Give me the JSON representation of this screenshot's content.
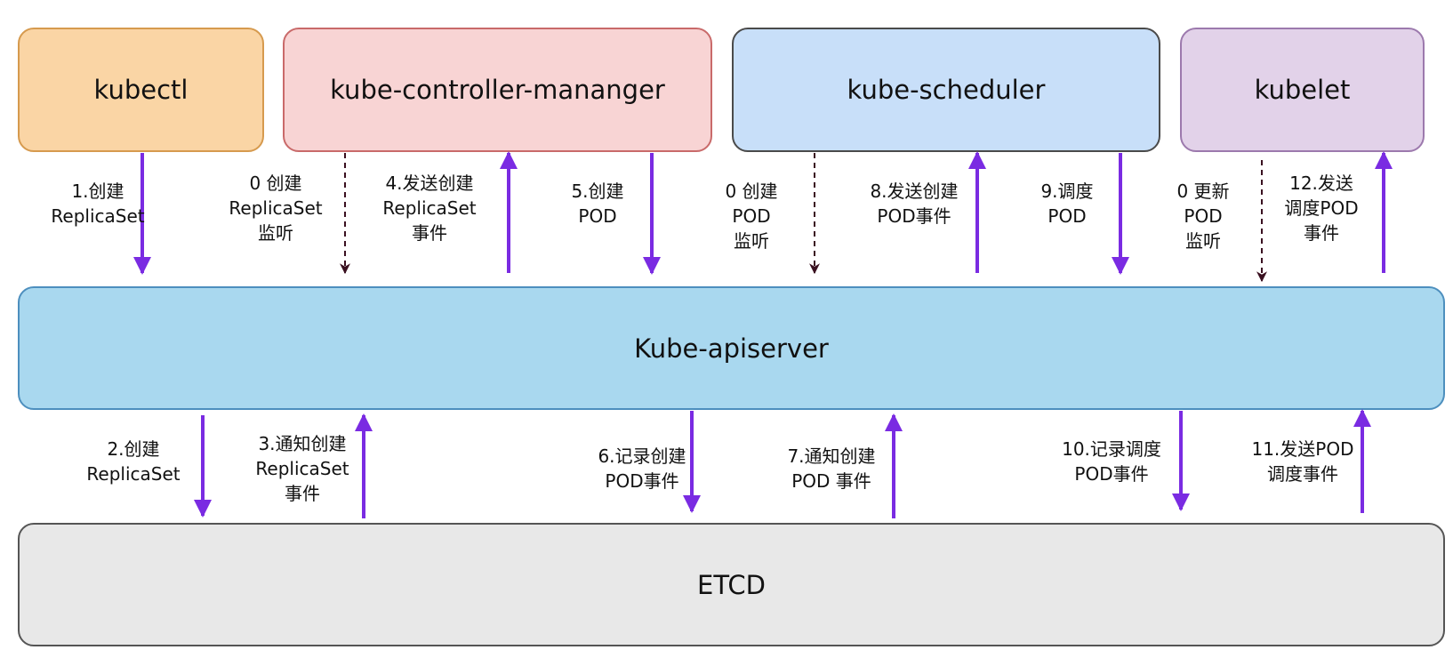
{
  "components": {
    "kubectl": "kubectl",
    "controller_manager": "kube-controller-mananger",
    "scheduler": "kube-scheduler",
    "kubelet": "kubelet",
    "apiserver": "Kube-apiserver",
    "etcd": "ETCD"
  },
  "colors": {
    "arrow_solid": "#7a2be2",
    "arrow_dashed": "#3a1020",
    "kubectl_fill": "#fad5a5",
    "controller_fill": "#f8d4d4",
    "scheduler_fill": "#c8dff9",
    "kubelet_fill": "#e2d2e9",
    "apiserver_fill": "#a9d8ef",
    "etcd_fill": "#e8e8e8"
  },
  "upper_labels": {
    "l1": [
      "1.创建",
      "ReplicaSet"
    ],
    "l0a": [
      "0 创建",
      "ReplicaSet",
      "监听"
    ],
    "l4": [
      "4.发送创建",
      "ReplicaSet",
      "事件"
    ],
    "l5": [
      "5.创建",
      "POD"
    ],
    "l0b": [
      "0 创建",
      "POD",
      "监听"
    ],
    "l8": [
      "8.发送创建",
      "POD事件"
    ],
    "l9": [
      "9.调度",
      "POD"
    ],
    "l0c": [
      "0 更新",
      "POD",
      "监听"
    ],
    "l12": [
      "12.发送",
      "调度POD",
      "事件"
    ]
  },
  "lower_labels": {
    "l2": [
      "2.创建",
      "ReplicaSet"
    ],
    "l3": [
      "3.通知创建",
      "ReplicaSet",
      "事件"
    ],
    "l6": [
      "6.记录创建",
      "POD事件"
    ],
    "l7": [
      "7.通知创建",
      "POD 事件"
    ],
    "l10": [
      "10.记录调度",
      "POD事件"
    ],
    "l11": [
      "11.发送POD",
      "调度事件"
    ]
  }
}
